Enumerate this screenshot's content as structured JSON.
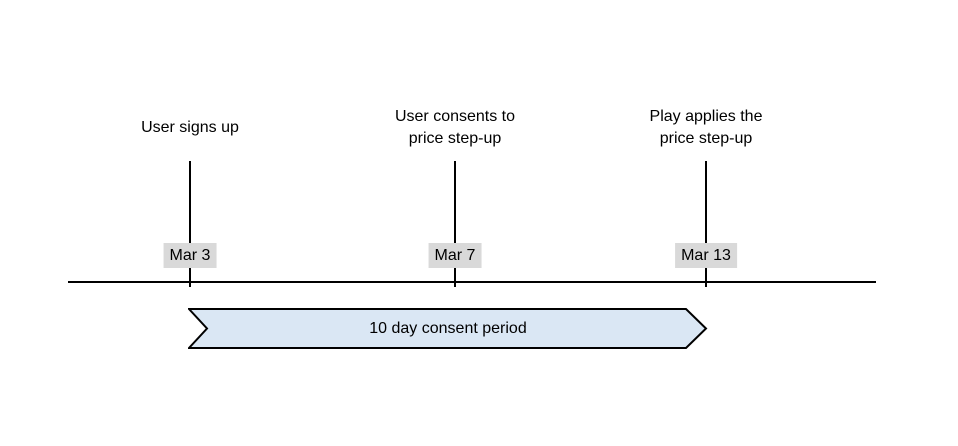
{
  "diagram": {
    "type": "timeline",
    "events": [
      {
        "lines": [
          "User signs up"
        ],
        "date": "Mar 3"
      },
      {
        "lines": [
          "User consents to",
          "price step-up"
        ],
        "date": "Mar 7"
      },
      {
        "lines": [
          "Play applies the",
          "price step-up"
        ],
        "date": "Mar 13"
      }
    ],
    "period_banner": {
      "label": "10 day consent period"
    },
    "colors": {
      "banner_fill": "#dae7f4",
      "banner_border": "#000000",
      "date_badge_bg": "#d9d9d9",
      "line_color": "#000000",
      "text_color": "#000000",
      "page_bg": "#ffffff"
    }
  }
}
